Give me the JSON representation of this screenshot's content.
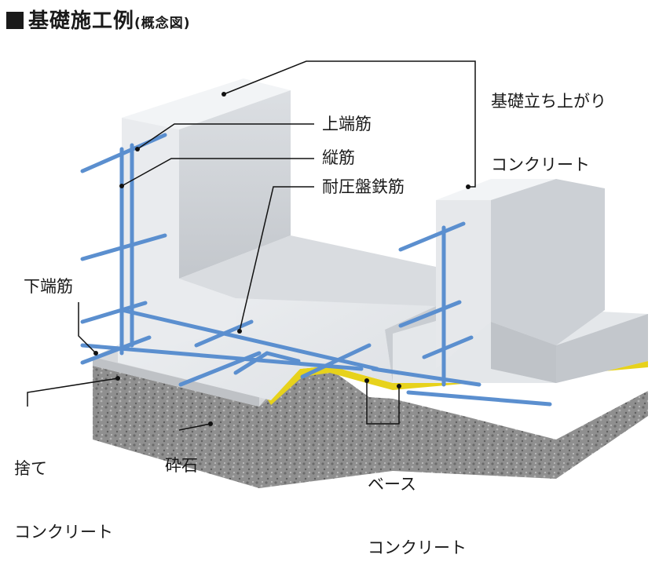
{
  "title": {
    "main": "基礎施工例",
    "sub": "(概念図)"
  },
  "labels": {
    "foundation_rise_line1": "基礎立ち上がり",
    "foundation_rise_line2": "コンクリート",
    "top_rebar": "上端筋",
    "vertical_rebar": "縦筋",
    "slab_rebar": "耐圧盤鉄筋",
    "bottom_rebar": "下端筋",
    "blinding_line1": "捨て",
    "blinding_line2": "コンクリート",
    "crushed_stone": "砕石",
    "base_line1": "ベース",
    "base_line2": "コンクリート"
  },
  "colors": {
    "concrete_light": "#eceff2",
    "concrete_mid": "#cdd1d6",
    "concrete_dark": "#a9aeb4",
    "gravel": "#8d8d8d",
    "rebar": "#5b8fcf",
    "membrane": "#e7d21c"
  }
}
